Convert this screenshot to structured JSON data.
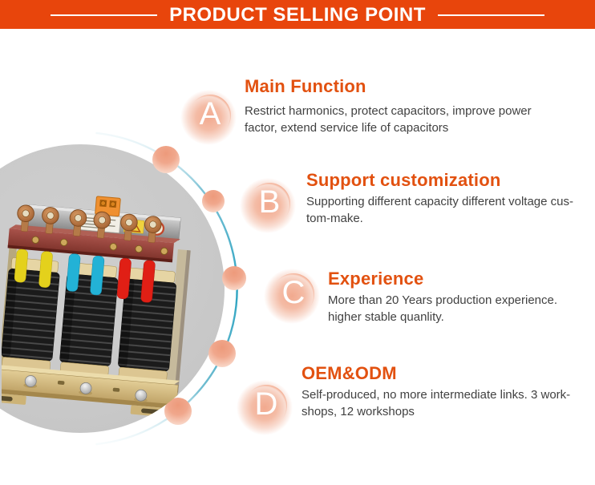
{
  "header": {
    "title": "PRODUCT SELLING POINT"
  },
  "sections": [
    {
      "letter": "A",
      "title": "Main Function",
      "body": "Restrict harmonics, protect capacitors, improve power\nfactor, extend service life of capacitors"
    },
    {
      "letter": "B",
      "title": "Support customization",
      "body": "Supporting different capacity different voltage cus-\ntom-make."
    },
    {
      "letter": "C",
      "title": "Experience",
      "body": "More than 20 Years production experience.\nhigher stable quanlity."
    },
    {
      "letter": "D",
      "title": "OEM&ODM",
      "body": "Self-produced, no more intermediate links. 3 work-\nshops, 12 workshops"
    }
  ],
  "decor": {
    "background_shape": "gray-circle",
    "bubbles_count": 5,
    "product_image": "three-phase-series-reactor"
  },
  "colors": {
    "header_bg": "#E8450C",
    "heading_orange": "#E25110",
    "badge_orange": "#E64A0E",
    "body_text": "#414141",
    "circle_gray": "#C9C9C9",
    "curve_teal": "#2AA3C1",
    "bubble_salmon": "#ED9A7B",
    "busbar_maroon": "#8A4038",
    "coil_black": "#1B1B1B",
    "base_tan": "#D8C28A",
    "sleeve_yellow": "#E4D11C",
    "sleeve_cyan": "#23B2D6",
    "sleeve_red": "#E01F15"
  }
}
